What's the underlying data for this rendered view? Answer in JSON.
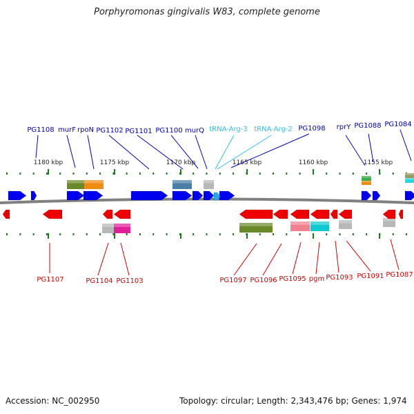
{
  "title": "Porphyromonas gingivalis W83, complete genome",
  "accession": "Accession: NC_002950",
  "summary": "Topology: circular; Length: 2,343,476 bp; Genes: 1,974",
  "colors": {
    "forward_gene": "#0000ee",
    "reverse_gene": "#ee0000",
    "trna": "#22aaee",
    "forward_label": "#0000bb",
    "reverse_label": "#cc0000",
    "trna_label": "#33bbee",
    "backbone": "#808080",
    "tick": "#1a7a1a",
    "scale_text": "#222222"
  },
  "scale_labels": [
    "1180 kbp",
    "1175 kbp",
    "1170 kbp",
    "1165 kbp",
    "1160 kbp",
    "1155 kbp"
  ],
  "top_labels": [
    {
      "text": "PG1108",
      "kind": "gene"
    },
    {
      "text": "murF",
      "kind": "gene"
    },
    {
      "text": "rpoN",
      "kind": "gene"
    },
    {
      "text": "PG1102",
      "kind": "gene"
    },
    {
      "text": "PG1101",
      "kind": "gene"
    },
    {
      "text": "PG1100",
      "kind": "gene"
    },
    {
      "text": "murQ",
      "kind": "gene"
    },
    {
      "text": "tRNA-Arg-3",
      "kind": "trna"
    },
    {
      "text": "tRNA-Arg-2",
      "kind": "trna"
    },
    {
      "text": "PG1098",
      "kind": "gene"
    },
    {
      "text": "rprY",
      "kind": "gene"
    },
    {
      "text": "PG1088",
      "kind": "gene"
    },
    {
      "text": "PG1084",
      "kind": "gene"
    }
  ],
  "bottom_labels": [
    "PG1107",
    "PG1104",
    "PG1103",
    "PG1097",
    "PG1096",
    "PG1095",
    "pgm",
    "PG1093",
    "PG1091",
    "PG1087"
  ]
}
